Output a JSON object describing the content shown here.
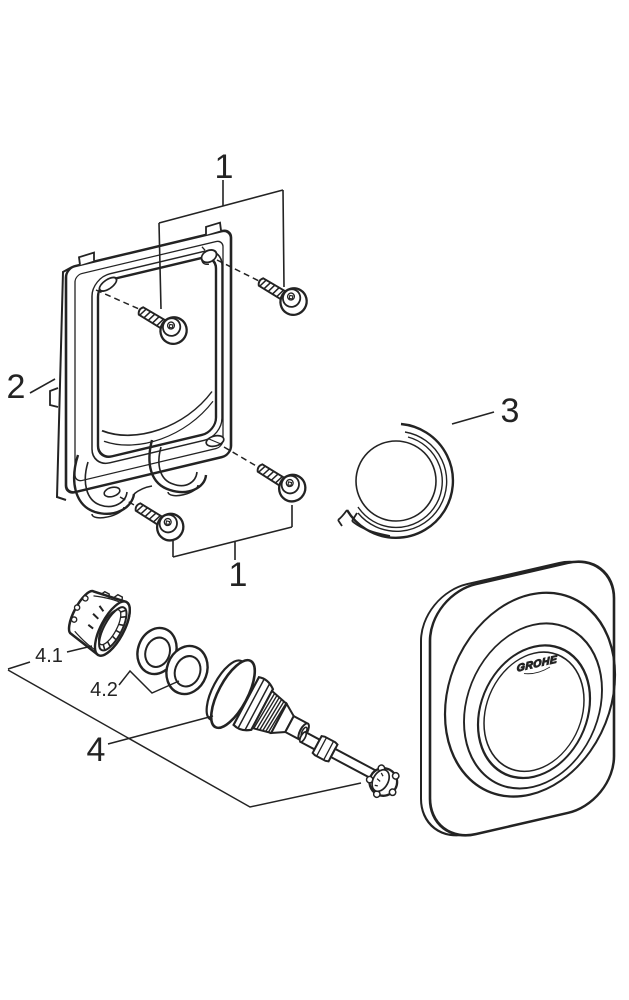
{
  "diagram": {
    "title": "exploded-parts-diagram",
    "brand": "GROHE",
    "background_color": "#ffffff",
    "line_color": "#232323",
    "callouts": {
      "screws_top": "1",
      "screws_bottom": "1",
      "mounting_frame": "2",
      "seal_ring": "3",
      "assembly": "4",
      "adapter": "4.1",
      "washers": "4.2"
    }
  }
}
